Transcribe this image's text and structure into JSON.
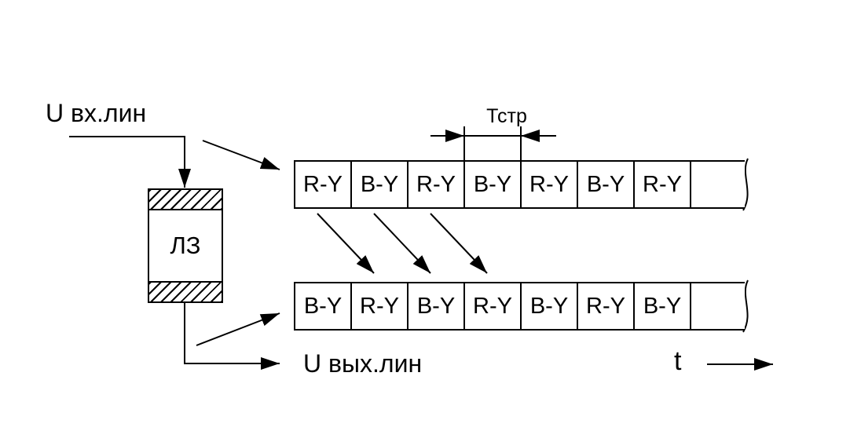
{
  "diagram": {
    "labels": {
      "input": "U вх.лин",
      "output": "U вых.лин",
      "delay_block": "ЛЗ",
      "line_period": "Тстр",
      "time_axis": "t"
    },
    "rows": {
      "top": {
        "cells": [
          "R-Y",
          "B-Y",
          "R-Y",
          "B-Y",
          "R-Y",
          "B-Y",
          "R-Y"
        ]
      },
      "bottom": {
        "cells": [
          "B-Y",
          "R-Y",
          "B-Y",
          "R-Y",
          "B-Y",
          "R-Y",
          "B-Y"
        ]
      }
    },
    "colors": {
      "stroke": "#000000",
      "background": "#ffffff"
    }
  }
}
